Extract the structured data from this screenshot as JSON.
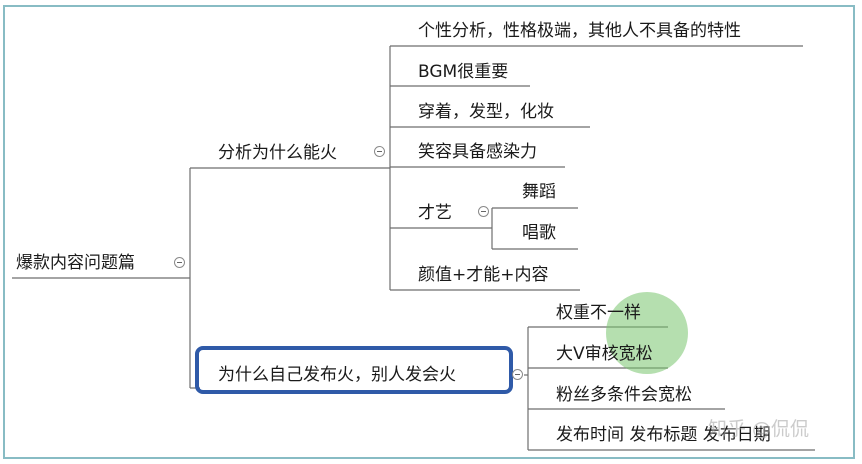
{
  "root": {
    "label": "爆款内容问题篇"
  },
  "branch_a": {
    "label": "分析为什么能火",
    "items": [
      "个性分析，性格极端，其他人不具备的特性",
      "BGM很重要",
      "穿着，发型，化妆",
      "笑容具备感染力",
      "才艺",
      "颜值+才能+内容"
    ],
    "talent_items": [
      "舞蹈",
      "唱歌"
    ]
  },
  "branch_b": {
    "label": "为什么自己发布火，别人发会火",
    "items": [
      "权重不一样",
      "大V审核宽松",
      "粉丝多条件会宽松",
      "发布时间 发布标题 发布日期"
    ]
  },
  "watermark": "知乎 @侃侃",
  "colors": {
    "line": "#6e6e6e",
    "frame": "#88bcc4",
    "highlight_border": "#2f5aa8",
    "highlight_dot": "#78c46e"
  }
}
